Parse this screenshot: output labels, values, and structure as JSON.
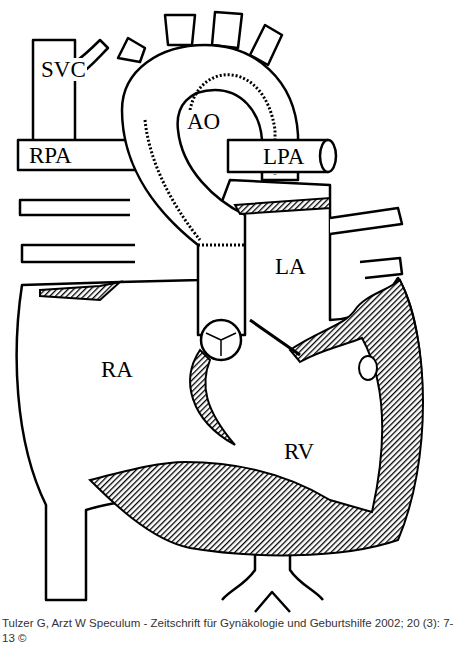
{
  "diagram": {
    "caption": "Tulzer G, Arzt W Speculum - Zeitschrift für Gynäkologie und Geburtshilfe 2002; 20 (3): 7-13 ©",
    "labels": [
      "SVC",
      "RPA",
      "AO",
      "LPA",
      "LA",
      "RA",
      "RV"
    ]
  }
}
